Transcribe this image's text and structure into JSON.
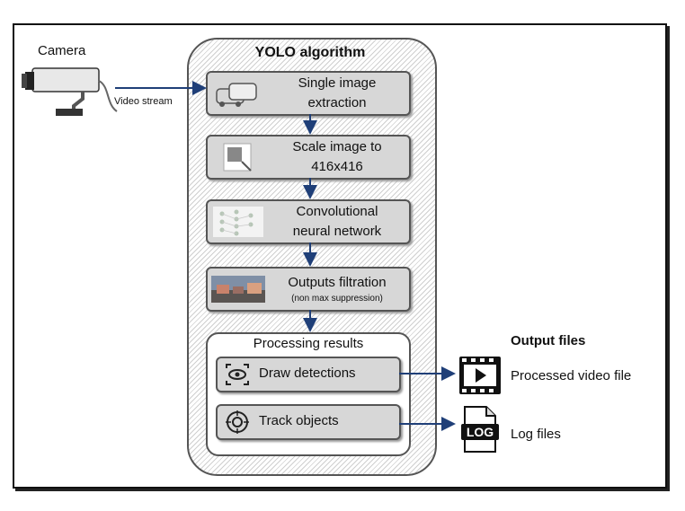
{
  "camera": {
    "label": "Camera",
    "stream_label": "Video stream"
  },
  "yolo": {
    "title": "YOLO algorithm"
  },
  "steps": [
    {
      "line1": "Single image",
      "line2": "extraction"
    },
    {
      "line1": "Scale image to",
      "line2": "416x416"
    },
    {
      "line1": "Convolutional",
      "line2": "neural network"
    },
    {
      "line1": "Outputs filtration",
      "line2": "(non max suppression)"
    }
  ],
  "results": {
    "title": "Processing results",
    "draw": "Draw detections",
    "track": "Track objects"
  },
  "output": {
    "title": "Output files",
    "video": "Processed video file",
    "log": "Log files",
    "log_icon_text": "LOG"
  },
  "colors": {
    "arrow": "#1f3f78",
    "box": "#d7d7d7",
    "border": "#555555"
  }
}
